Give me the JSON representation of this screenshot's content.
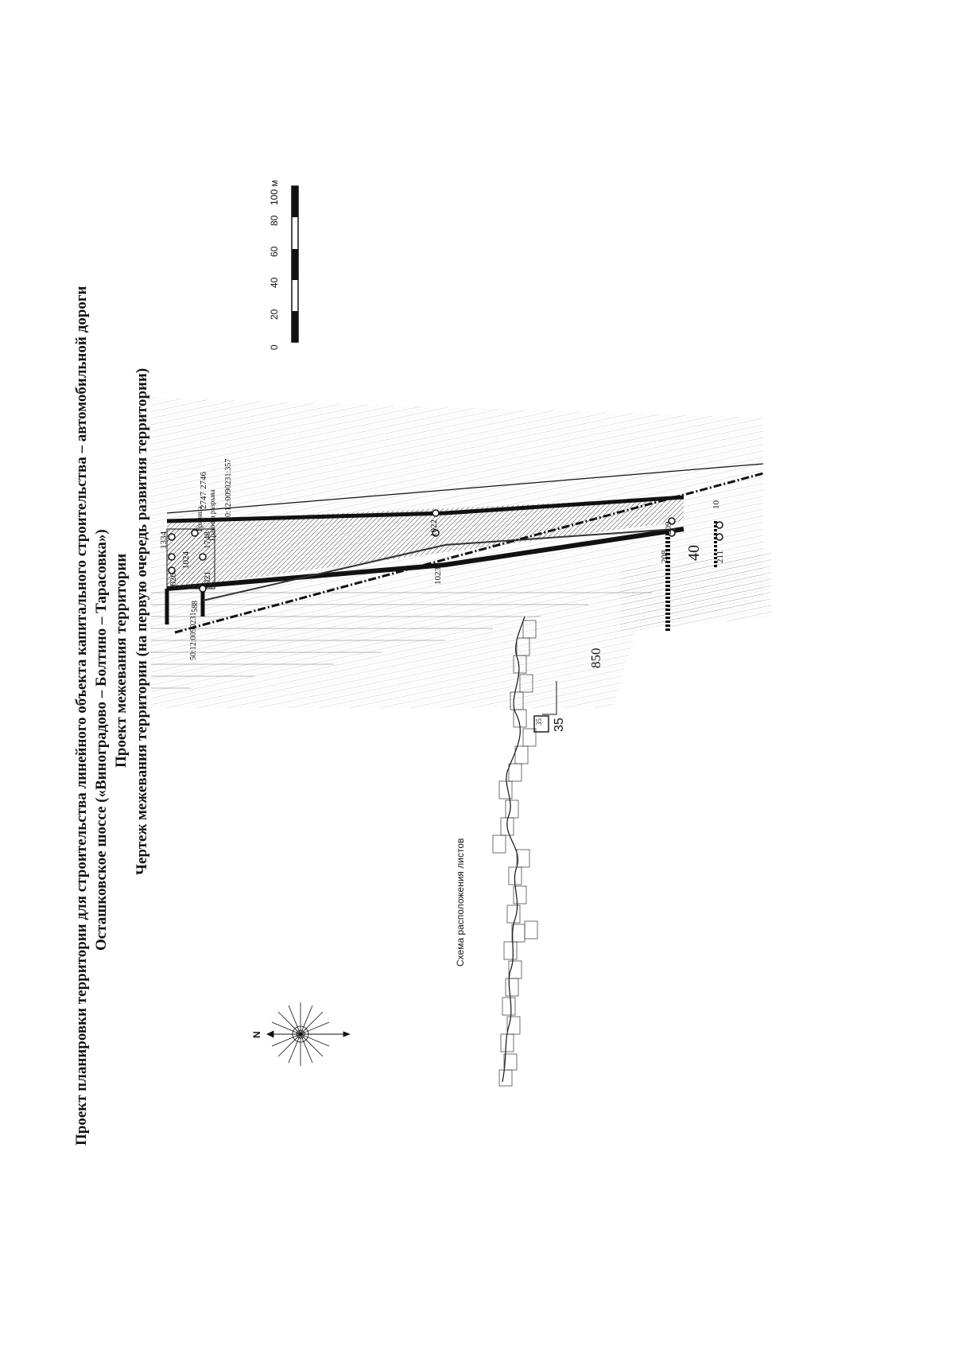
{
  "page_number": "850",
  "title": {
    "line1": "Проект планировки территории для строительства линейного объекта капитального строительства – автомобильной дороги",
    "line2": "Осташковское шоссе («Виноградово – Болтино – Тарасовка»)",
    "line3": "Проект межевания территории",
    "line4": "Чертеж межевания территории (на первую очередь развития территории)"
  },
  "scale_bar": {
    "ticks": [
      "0",
      "20",
      "40",
      "60",
      "80",
      "100 м"
    ]
  },
  "compass": {
    "north_label": "N"
  },
  "location_scheme": {
    "label": "Схема расположения листов",
    "callout": "35",
    "sheet_label": "35"
  },
  "map": {
    "points": [
      "1026",
      "1024",
      "1334",
      "1021",
      "1748",
      "2747",
      "2746",
      "1022",
      "1023",
      "209",
      "208",
      "211",
      "10"
    ],
    "sheet_number": "40",
    "cadastral": [
      "50:12:0090231",
      "50:12:0090231:357",
      "588"
    ],
    "annotations": [
      "Граница",
      "Граница разрыва"
    ]
  },
  "colors": {
    "ink": "#111111",
    "hatch": "#555555",
    "red_line": "#000000"
  }
}
